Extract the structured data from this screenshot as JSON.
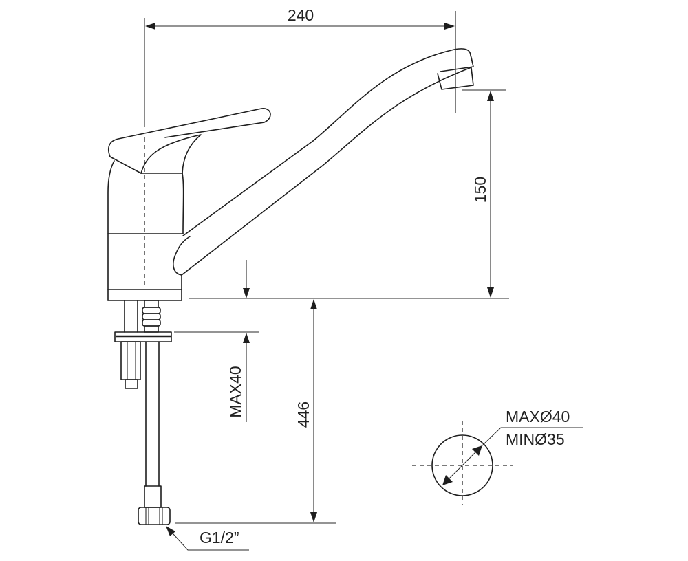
{
  "drawing": {
    "title": "Single-lever kitchen faucet dimension drawing",
    "units": "mm",
    "colors": {
      "line": "#1e1e1e",
      "background": "#ffffff",
      "text": "#222222"
    }
  },
  "dimensions": {
    "spout_reach": {
      "label": "240",
      "value": 240
    },
    "spout_height": {
      "label": "150",
      "value": 150
    },
    "max_deck_thickness": {
      "label": "MAX40",
      "value": 40
    },
    "hose_length": {
      "label": "446",
      "value": 446
    },
    "mounting_hole_max": {
      "label": "MAXØ40",
      "value": 40
    },
    "mounting_hole_min": {
      "label": "MINØ35",
      "value": 35
    },
    "connection_thread": {
      "label": "G1/2”"
    }
  }
}
